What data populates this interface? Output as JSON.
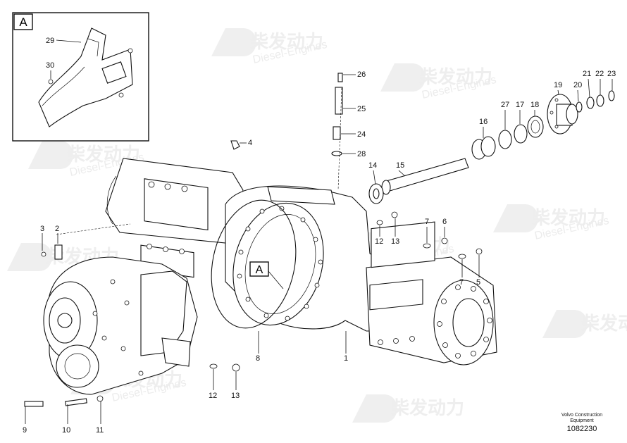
{
  "watermark": {
    "cn": "柴发动力",
    "en": "Diesel-Engines"
  },
  "detail": {
    "label": "A",
    "callouts": [
      "29",
      "30"
    ]
  },
  "main_callouts": {
    "c1": "1",
    "c2": "2",
    "c3": "3",
    "c4": "4",
    "c5": "5",
    "c6": "6",
    "c7a": "7",
    "c7b": "7",
    "c8": "8",
    "c9": "9",
    "c10": "10",
    "c11": "11",
    "c12a": "12",
    "c12b": "12",
    "c13a": "13",
    "c13b": "13",
    "c14": "14",
    "c15": "15",
    "c16": "16",
    "c17": "17",
    "c18": "18",
    "c19": "19",
    "c20": "20",
    "c21": "21",
    "c22": "22",
    "c23": "23",
    "c24": "24",
    "c25": "25",
    "c26": "26",
    "c27": "27",
    "c28": "28"
  },
  "ref_label": "A",
  "footer": {
    "line1": "Volvo Construction",
    "line2": "Equipment",
    "part_number": "1082230"
  }
}
